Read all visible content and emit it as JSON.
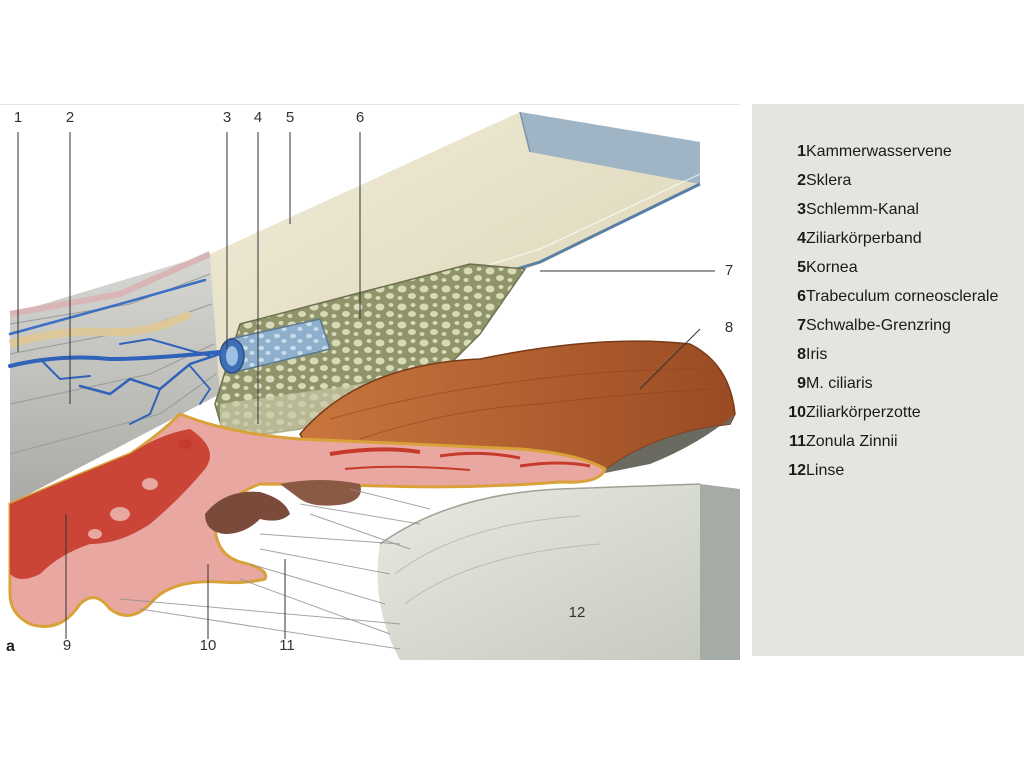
{
  "panel_letter": "a",
  "callouts": [
    "1",
    "2",
    "3",
    "4",
    "5",
    "6",
    "7",
    "8",
    "9",
    "10",
    "11",
    "12"
  ],
  "legend": [
    {
      "num": "1",
      "text": "Kammerwasservene"
    },
    {
      "num": "2",
      "text": "Sklera"
    },
    {
      "num": "3",
      "text": "Schlemm-Kanal"
    },
    {
      "num": "4",
      "text": "Ziliarkörperband"
    },
    {
      "num": "5",
      "text": "Kornea"
    },
    {
      "num": "6",
      "text": "Trabeculum corneosclerale"
    },
    {
      "num": "7",
      "text": "Schwalbe-Grenzring"
    },
    {
      "num": "8",
      "text": "Iris"
    },
    {
      "num": "9",
      "text": "M. ciliaris"
    },
    {
      "num": "10",
      "text": "Ziliarkörperzotte"
    },
    {
      "num": "11",
      "text": "Zonula Zinnii"
    },
    {
      "num": "12",
      "text": "Linse"
    }
  ],
  "colors": {
    "legend_bg": "#e6e4e0",
    "sclera": "#c9c9c6",
    "cornea": "#e9e2c8",
    "iris": "#b5622d",
    "ciliary": "#e8a7a0",
    "muscle": "#c63a2c",
    "trabecular": "#a9ae84",
    "vein": "#2f62b8",
    "lens": "#d9dbd2"
  }
}
